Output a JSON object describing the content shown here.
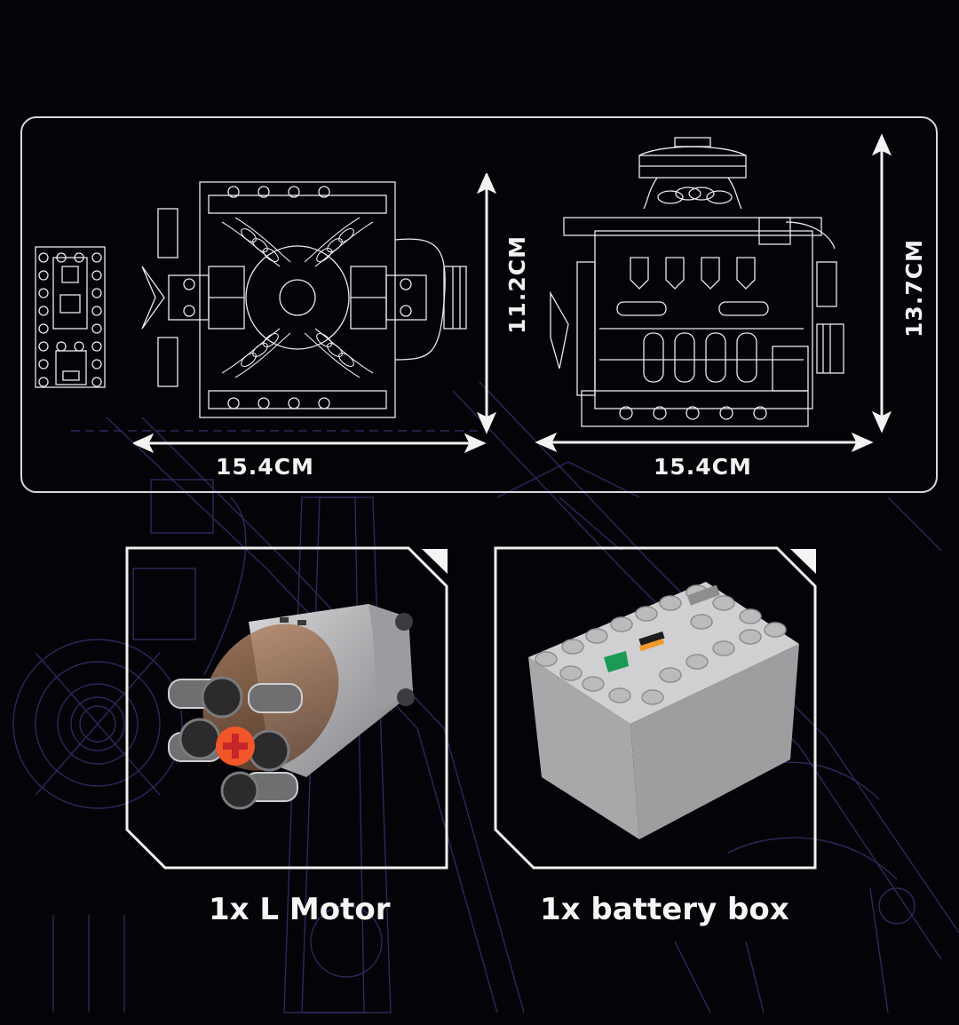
{
  "dimensions_panel": {
    "top_view": {
      "width_label": "15.4CM",
      "height_label": "11.2CM"
    },
    "side_view": {
      "width_label": "15.4CM",
      "height_label": "13.7CM"
    }
  },
  "components": [
    {
      "quantity": "1x",
      "name": "L Motor",
      "caption": "1x L Motor",
      "icon": "lego-l-motor"
    },
    {
      "quantity": "1x",
      "name": "battery box",
      "caption": "1x  battery box",
      "icon": "lego-battery-box"
    }
  ],
  "colors": {
    "background": "#040307",
    "blueprint_lines": "#3a3a78",
    "outline_white": "#e8e8ee",
    "motor_axle_orange": "#f0562a",
    "battery_switch_green": "#1a9a55",
    "battery_switch_orange": "#f29a2e",
    "battery_gray": "#a9a9ab"
  }
}
